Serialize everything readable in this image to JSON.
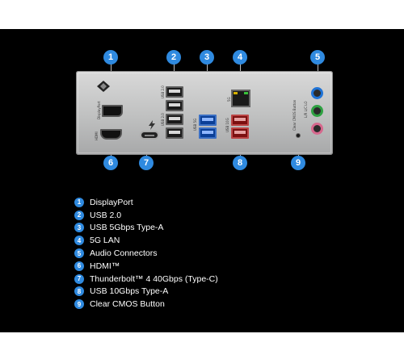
{
  "panel": {
    "labels": {
      "dp": "DisplayPort",
      "hdmi": "HDMI",
      "usb20a": "USB 2.0",
      "usb20b": "USB 2.0",
      "usb5g": "USB 5G",
      "usb10g": "USB 10G",
      "lan": "5G",
      "cmos": "Clear CMOS Button",
      "audio": "L/R  L/C  LO"
    },
    "colors": {
      "panel": "#c4c5c6",
      "usb_blue": "#0b3f96",
      "usb_red": "#7c1010",
      "audio_blue": "#1f73d6",
      "audio_green": "#2fa142",
      "audio_pink": "#d6688d",
      "badge": "#2f8ae0"
    }
  },
  "callouts": [
    "1",
    "2",
    "3",
    "4",
    "5",
    "6",
    "7",
    "8",
    "9"
  ],
  "legend": [
    {
      "num": "1",
      "label": "DisplayPort"
    },
    {
      "num": "2",
      "label": "USB 2.0"
    },
    {
      "num": "3",
      "label": "USB 5Gbps Type-A"
    },
    {
      "num": "4",
      "label": "5G LAN"
    },
    {
      "num": "5",
      "label": "Audio Connectors"
    },
    {
      "num": "6",
      "label": "HDMI™"
    },
    {
      "num": "7",
      "label": "Thunderbolt™ 4 40Gbps (Type-C)"
    },
    {
      "num": "8",
      "label": "USB 10Gbps Type-A"
    },
    {
      "num": "9",
      "label": "Clear CMOS Button"
    }
  ]
}
